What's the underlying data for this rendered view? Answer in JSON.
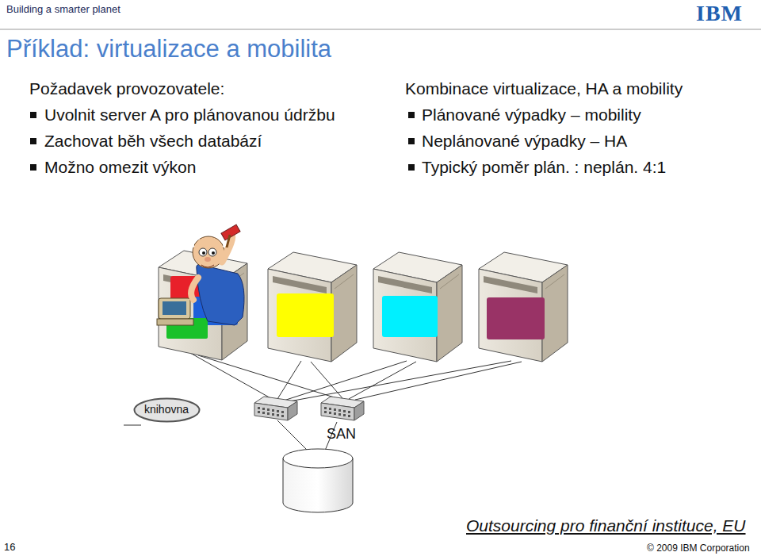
{
  "diagram": {
    "title": "Příklad: virtualizace a mobilita",
    "nodes": [
      {
        "text": [
          "knihovna"
        ]
      }
    ],
    "edges": [],
    "labels": [
      "Building a smarter planet",
      "IBM",
      "Požadavek provozovatele:",
      "Uvolnit server A pro plánovanou údržbu",
      "Zachovat běh všech databází",
      "Možno omezit výkon",
      "Kombinace virtualizace, HA a mobility",
      "Plánované výpadky – mobility",
      "Neplánované výpadky – HA",
      "Typický poměr plán. : neplán. 4:1",
      "SAN",
      "Outsourcing pro finanční instituce, EU",
      "16",
      "© 2009 IBM Corporation"
    ]
  }
}
